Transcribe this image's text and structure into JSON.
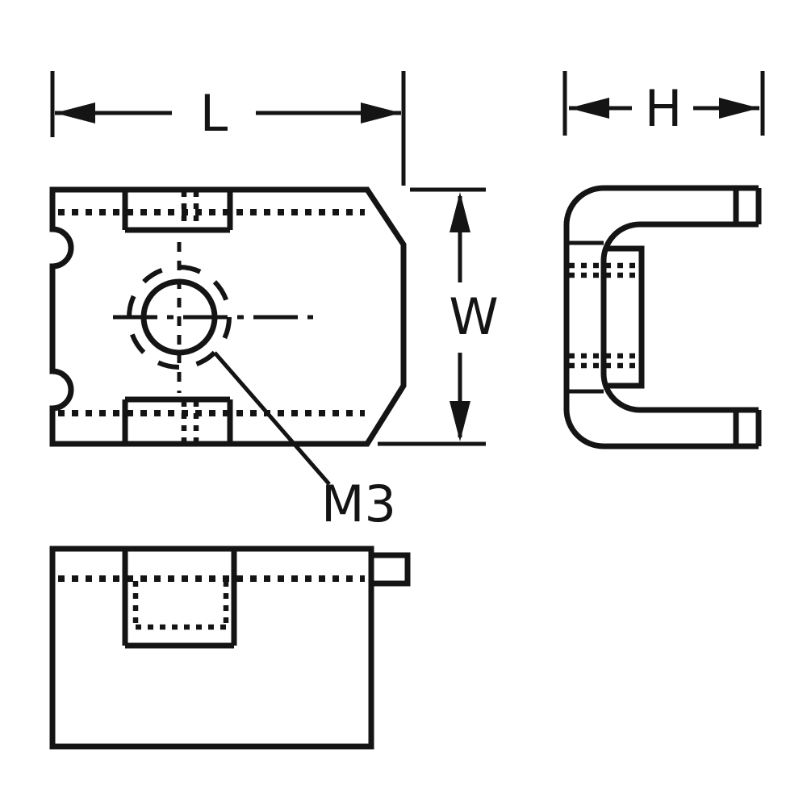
{
  "labels": {
    "length": "L",
    "width": "W",
    "height": "H",
    "thread": "M3"
  },
  "colors": {
    "line": "#141414",
    "background": "#ffffff"
  }
}
